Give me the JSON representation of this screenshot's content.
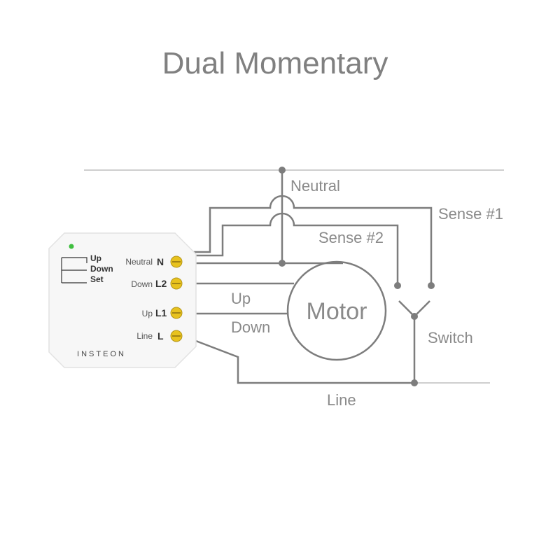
{
  "title": "Dual Momentary",
  "labels": {
    "neutral": "Neutral",
    "sense1": "Sense #1",
    "sense2": "Sense #2",
    "motor": "Motor",
    "up": "Up",
    "down": "Down",
    "switch": "Switch",
    "line": "Line"
  },
  "module": {
    "brand": "INSTEON",
    "buttons": [
      "Up",
      "Down",
      "Set"
    ],
    "terminals": [
      {
        "small": "Neutral",
        "big": "N"
      },
      {
        "small": "Down",
        "big": "L2"
      },
      {
        "small": "Up",
        "big": "L1"
      },
      {
        "small": "Line",
        "big": "L"
      }
    ],
    "led_color": "#3fbf3f",
    "terminal_color": "#e8c21e"
  }
}
